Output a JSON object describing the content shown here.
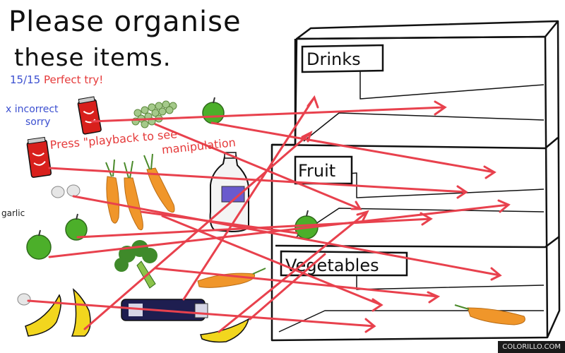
{
  "title_line1": "Please organise",
  "title_line2": "these items.",
  "score": {
    "count": "15/15",
    "message": "Perfect try!"
  },
  "feedback": {
    "line1": "x incorrect",
    "line2": "sorry"
  },
  "instruction": {
    "part1": "Press \"playback to see",
    "part2": "manipulation"
  },
  "garlic_note": "garlic",
  "shelves": [
    {
      "label": "Drinks"
    },
    {
      "label": "Fruit"
    },
    {
      "label": "Vegetables"
    }
  ],
  "items": [
    {
      "name": "cola-can",
      "category": "Drinks"
    },
    {
      "name": "cola-can",
      "category": "Drinks"
    },
    {
      "name": "milk-bottle",
      "category": "Drinks"
    },
    {
      "name": "thermos",
      "category": "Drinks"
    },
    {
      "name": "grapes",
      "category": "Fruit"
    },
    {
      "name": "apple",
      "category": "Fruit"
    },
    {
      "name": "apple",
      "category": "Fruit"
    },
    {
      "name": "apple",
      "category": "Fruit"
    },
    {
      "name": "banana",
      "category": "Fruit"
    },
    {
      "name": "banana",
      "category": "Fruit"
    },
    {
      "name": "banana",
      "category": "Fruit"
    },
    {
      "name": "carrot",
      "category": "Vegetables"
    },
    {
      "name": "carrot",
      "category": "Vegetables"
    },
    {
      "name": "carrot",
      "category": "Vegetables"
    },
    {
      "name": "broccoli",
      "category": "Vegetables"
    },
    {
      "name": "garlic",
      "category": "Vegetables"
    },
    {
      "name": "garlic",
      "category": "Vegetables"
    }
  ],
  "colors": {
    "arrow": "#e8414d",
    "ink": "#111111",
    "pen_blue": "#3b4fd0",
    "carrot": "#f0962a",
    "apple": "#4caf2a",
    "cola": "#d8201c",
    "banana": "#f2d61e"
  },
  "watermark": "COLORILLO.COM"
}
